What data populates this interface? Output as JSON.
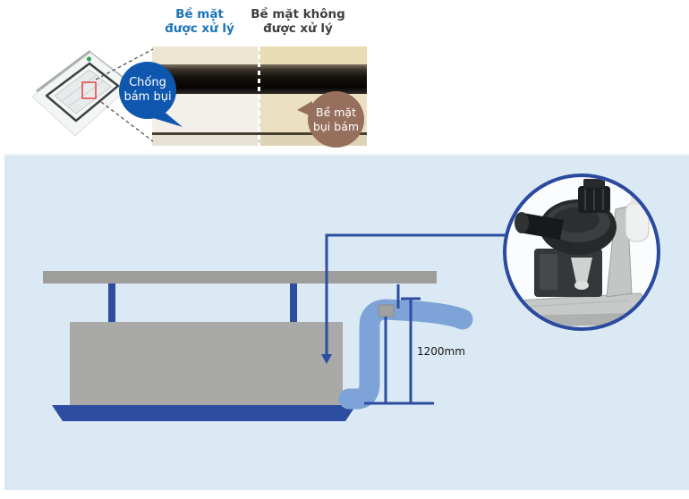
{
  "comparison": {
    "label_treated": "Bề mặt\nđược xử lý",
    "label_untreated": "Bề mặt không\nđược xử lý",
    "bubble_anti_dust": "Chống\nbám bụi",
    "bubble_dust": "Bề mặt\nbụi bám"
  },
  "diagram": {
    "dimension_label": "1200mm"
  },
  "icons": {
    "unit_photo": "cassette-ac-unit",
    "inset_photo": "drain-pump"
  },
  "colors": {
    "header_blue": "#1b74b8",
    "header_dark": "#3e3e40",
    "bubble_blue": "#0f57ae",
    "bubble_brown": "#97705d",
    "panel_background": "#dbe9f4",
    "diagram_line_blue": "#2d4da0",
    "pipe_blue": "#7ea3d8",
    "slab_gray": "#9d9d9b",
    "unit_gray": "#a9a9a7",
    "highlight_red": "#e34c4c"
  }
}
